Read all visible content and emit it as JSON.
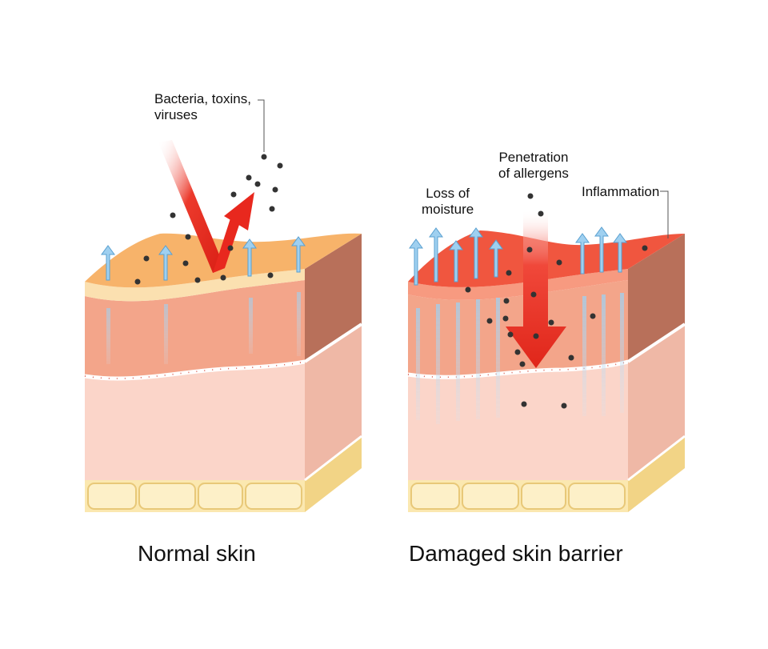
{
  "left_panel": {
    "caption": "Normal skin",
    "callout": "Bacteria, toxins,\nviruses"
  },
  "right_panel": {
    "caption": "Damaged skin barrier",
    "callouts": {
      "moisture": "Loss of\nmoisture",
      "allergens": "Penetration\nof allergens",
      "inflammation": "Inflammation"
    }
  },
  "colors": {
    "normal_surface": "#f7b36a",
    "inflamed_surface": "#f0563f",
    "epidermis": "#f3a58a",
    "dermis": "#fbd5c9",
    "side_face": "#b8705a",
    "fat": "#fbe8b0",
    "arrow_red": "#e8281e",
    "moisture_arrow": "#7fbfe8",
    "particle": "#333333"
  }
}
